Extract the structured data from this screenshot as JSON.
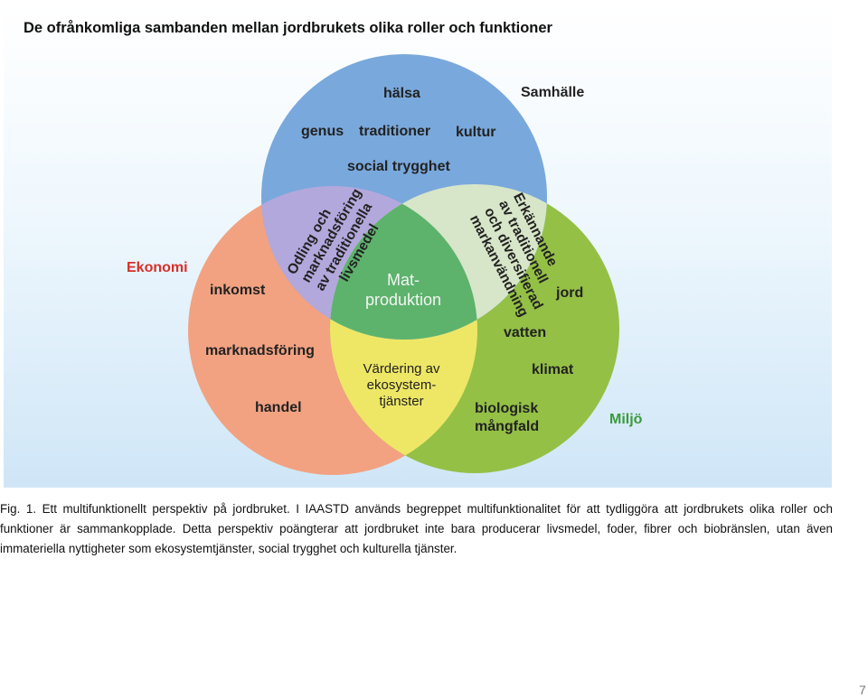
{
  "title": "De ofrånkomliga sambanden mellan jordbrukets olika roller och funktioner",
  "circles": {
    "samhalle": {
      "name": "Samhälle",
      "color": "#79a8dc",
      "labels": [
        "hälsa",
        "genus",
        "traditioner",
        "kultur",
        "social trygghet"
      ]
    },
    "ekonomi": {
      "name": "Ekonomi",
      "name_color": "#d6302a",
      "color": "#f2a281",
      "labels": [
        "inkomst",
        "marknadsföring",
        "handel"
      ]
    },
    "miljo": {
      "name": "Miljö",
      "name_color": "#3a9a3a",
      "color": "#94c046",
      "labels": [
        "jord",
        "vatten",
        "klimat",
        "biologisk",
        "mångfald"
      ]
    }
  },
  "overlaps": {
    "samhalle_ekonomi": {
      "color": "#b3a8dc",
      "lines": [
        "Odling och",
        "marknadsföring",
        "av traditionella",
        "livsmedel"
      ]
    },
    "samhalle_miljo": {
      "color": "#d7e6c8",
      "lines": [
        "Erkännande",
        "av traditionell",
        "och diversifierad",
        "markanvändning"
      ]
    },
    "ekonomi_miljo": {
      "color": "#eee766",
      "lines": [
        "Värdering av",
        "ekosystem-",
        "tjänster"
      ]
    },
    "center": {
      "color": "#5db36c",
      "lines": [
        "Mat-",
        "produktion"
      ]
    }
  },
  "caption": "Fig. 1. Ett multifunktionellt perspektiv på jordbruket. I IAASTD används begreppet multifunktionalitet för att tydliggöra att jordbrukets olika roller och funktioner är sammankopplade. Detta perspektiv poängterar att jordbruket inte bara producerar livsmedel, foder, fibrer och biobränslen, utan även immateriella nyttigheter som ekosystemtjänster, social trygghet och kulturella tjänster.",
  "page_number": "7"
}
